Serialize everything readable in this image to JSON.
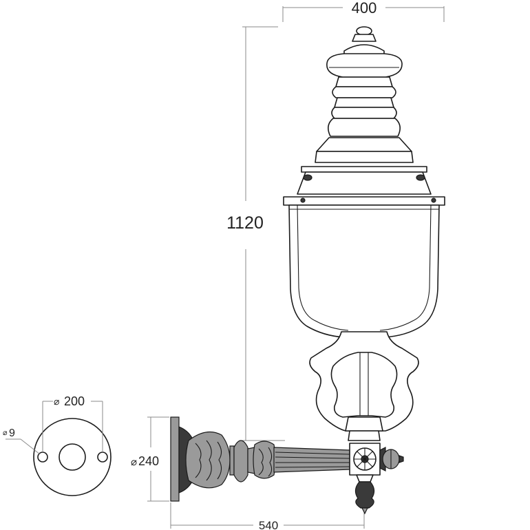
{
  "dimensions": {
    "width_top": "400",
    "height_total": "1120",
    "plate_diameter": "240",
    "hole_spacing": "200",
    "hole_diameter": "9",
    "projection": "540"
  },
  "symbols": {
    "diameter": "⌀"
  }
}
